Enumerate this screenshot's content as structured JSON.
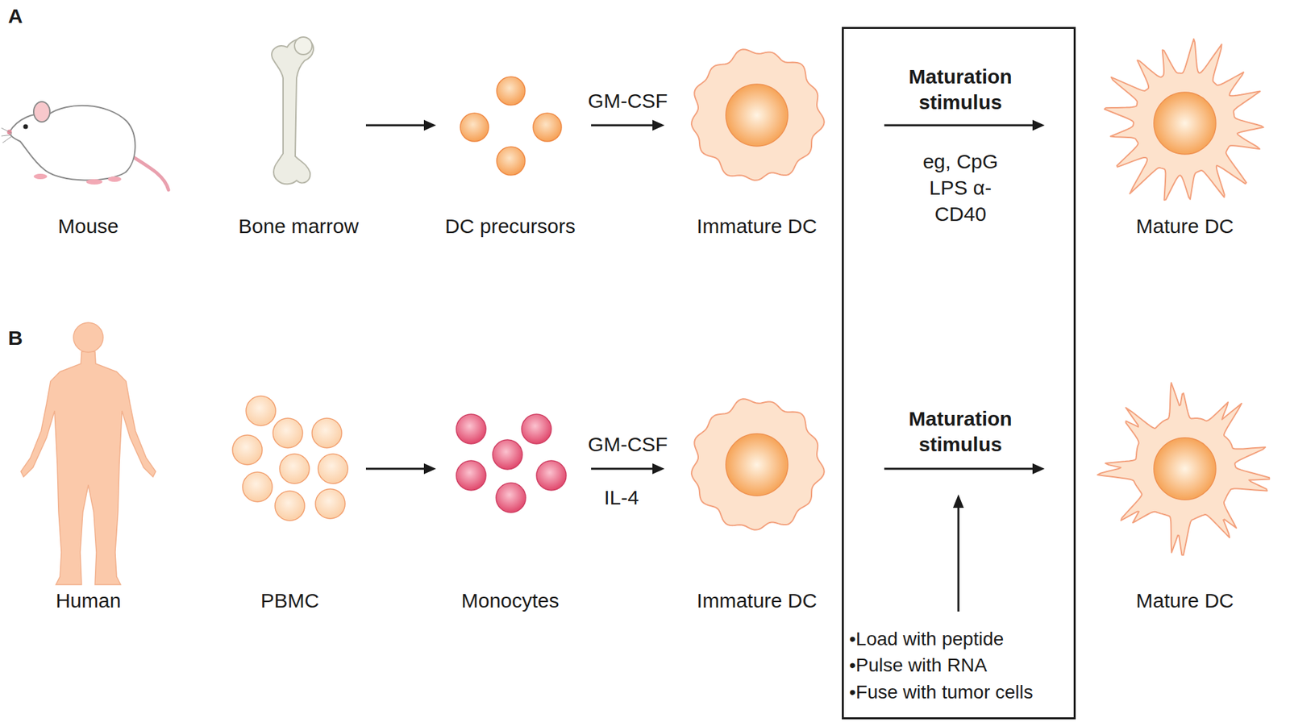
{
  "diagram": {
    "nodes": [
      {
        "text": [
          "Mouse"
        ]
      },
      {
        "text": [
          "Bone marrow"
        ]
      },
      {
        "text": [
          "DC precursors"
        ]
      },
      {
        "text": [
          "Immature DC"
        ]
      },
      {
        "text": [
          "Mature DC"
        ]
      },
      {
        "text": [
          "Human"
        ]
      },
      {
        "text": [
          "PBMC"
        ]
      },
      {
        "text": [
          "Monocytes"
        ]
      },
      {
        "text": [
          "Immature DC"
        ]
      },
      {
        "text": [
          "Mature DC"
        ]
      },
      {
        "text": [
          "Maturation stimulus",
          "eg, CpG LPS α-CD40",
          "Maturation stimulus",
          "•Load with peptide",
          "•Pulse with RNA",
          "•Fuse with tumor cells"
        ]
      }
    ],
    "edges": [
      {
        "from": 1,
        "to": 2,
        "arrow": "to"
      },
      {
        "from": 2,
        "to": 3,
        "label": "GM-CSF",
        "arrow": "to"
      },
      {
        "from": 3,
        "to": 4,
        "arrow": "to"
      },
      {
        "from": 6,
        "to": 7,
        "arrow": "to"
      },
      {
        "from": 7,
        "to": 8,
        "label": "GM-CSF",
        "arrow": "to"
      },
      {
        "from": 8,
        "to": 9,
        "arrow": "to"
      }
    ],
    "labels": [
      "A",
      "B",
      "IL-4"
    ]
  }
}
